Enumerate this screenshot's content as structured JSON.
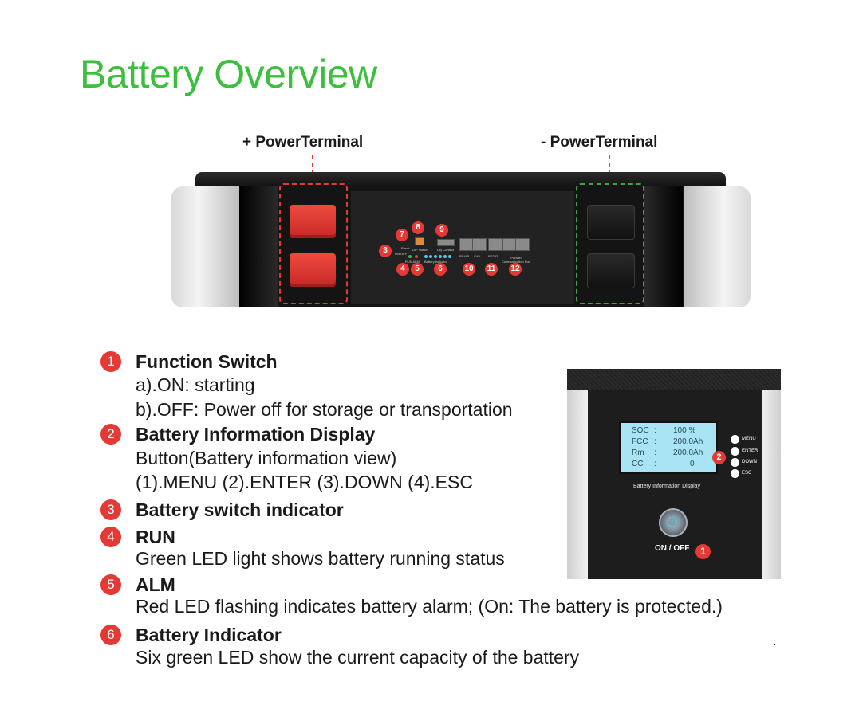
{
  "title": "Battery Overview",
  "terminals": {
    "plus": "+ PowerTerminal",
    "minus": "- PowerTerminal"
  },
  "panel": {
    "markers": [
      "3",
      "4",
      "5",
      "6",
      "7",
      "8",
      "9",
      "10",
      "11",
      "12"
    ],
    "labels": {
      "reset": "Reset",
      "on_off": "ON OFF",
      "dip": "DIP Switch",
      "dry": "Dry Contact",
      "run_alm": "RUN ALM",
      "battery_indicator": "Battery indicator",
      "rs485": "RS485",
      "can": "CAN",
      "rs232": "RS232",
      "parallel": "Parallel Communication Port"
    }
  },
  "items": [
    {
      "num": "1",
      "title": "Function Switch",
      "lines": [
        "a).ON: starting",
        "b).OFF: Power off for storage or transportation"
      ]
    },
    {
      "num": "2",
      "title": "Battery Information Display",
      "lines": [
        "Button(Battery information view)",
        "(1).MENU (2).ENTER (3).DOWN (4).ESC"
      ]
    },
    {
      "num": "3",
      "title": "Battery switch indicator",
      "lines": []
    },
    {
      "num": "4",
      "title": "RUN",
      "lines": [
        "Green LED light shows battery running status"
      ]
    },
    {
      "num": "5",
      "title": "ALM",
      "lines": [
        "Red LED flashing indicates battery alarm; (On: The battery is protected.)"
      ]
    },
    {
      "num": "6",
      "title": "Battery Indicator",
      "lines": [
        "Six green LED show the current capacity of the battery"
      ]
    }
  ],
  "display": {
    "rows": [
      {
        "key": "SOC",
        "sep": ":",
        "value": "100  %"
      },
      {
        "key": "FCC",
        "sep": ":",
        "value": "200.0Ah"
      },
      {
        "key": "Rm",
        "sep": ":",
        "value": "200.0Ah"
      },
      {
        "key": "CC",
        "sep": ":",
        "value": "0"
      }
    ],
    "buttons": [
      "MENU",
      "ENTER",
      "DOWN",
      "ESC"
    ],
    "caption": "Battery Information Display",
    "switch_label": "ON / OFF",
    "marker_display": "2",
    "marker_switch": "1"
  },
  "colors": {
    "title": "#3cbf3c",
    "marker": "#e53935",
    "lcd": "#a9e4f5"
  }
}
